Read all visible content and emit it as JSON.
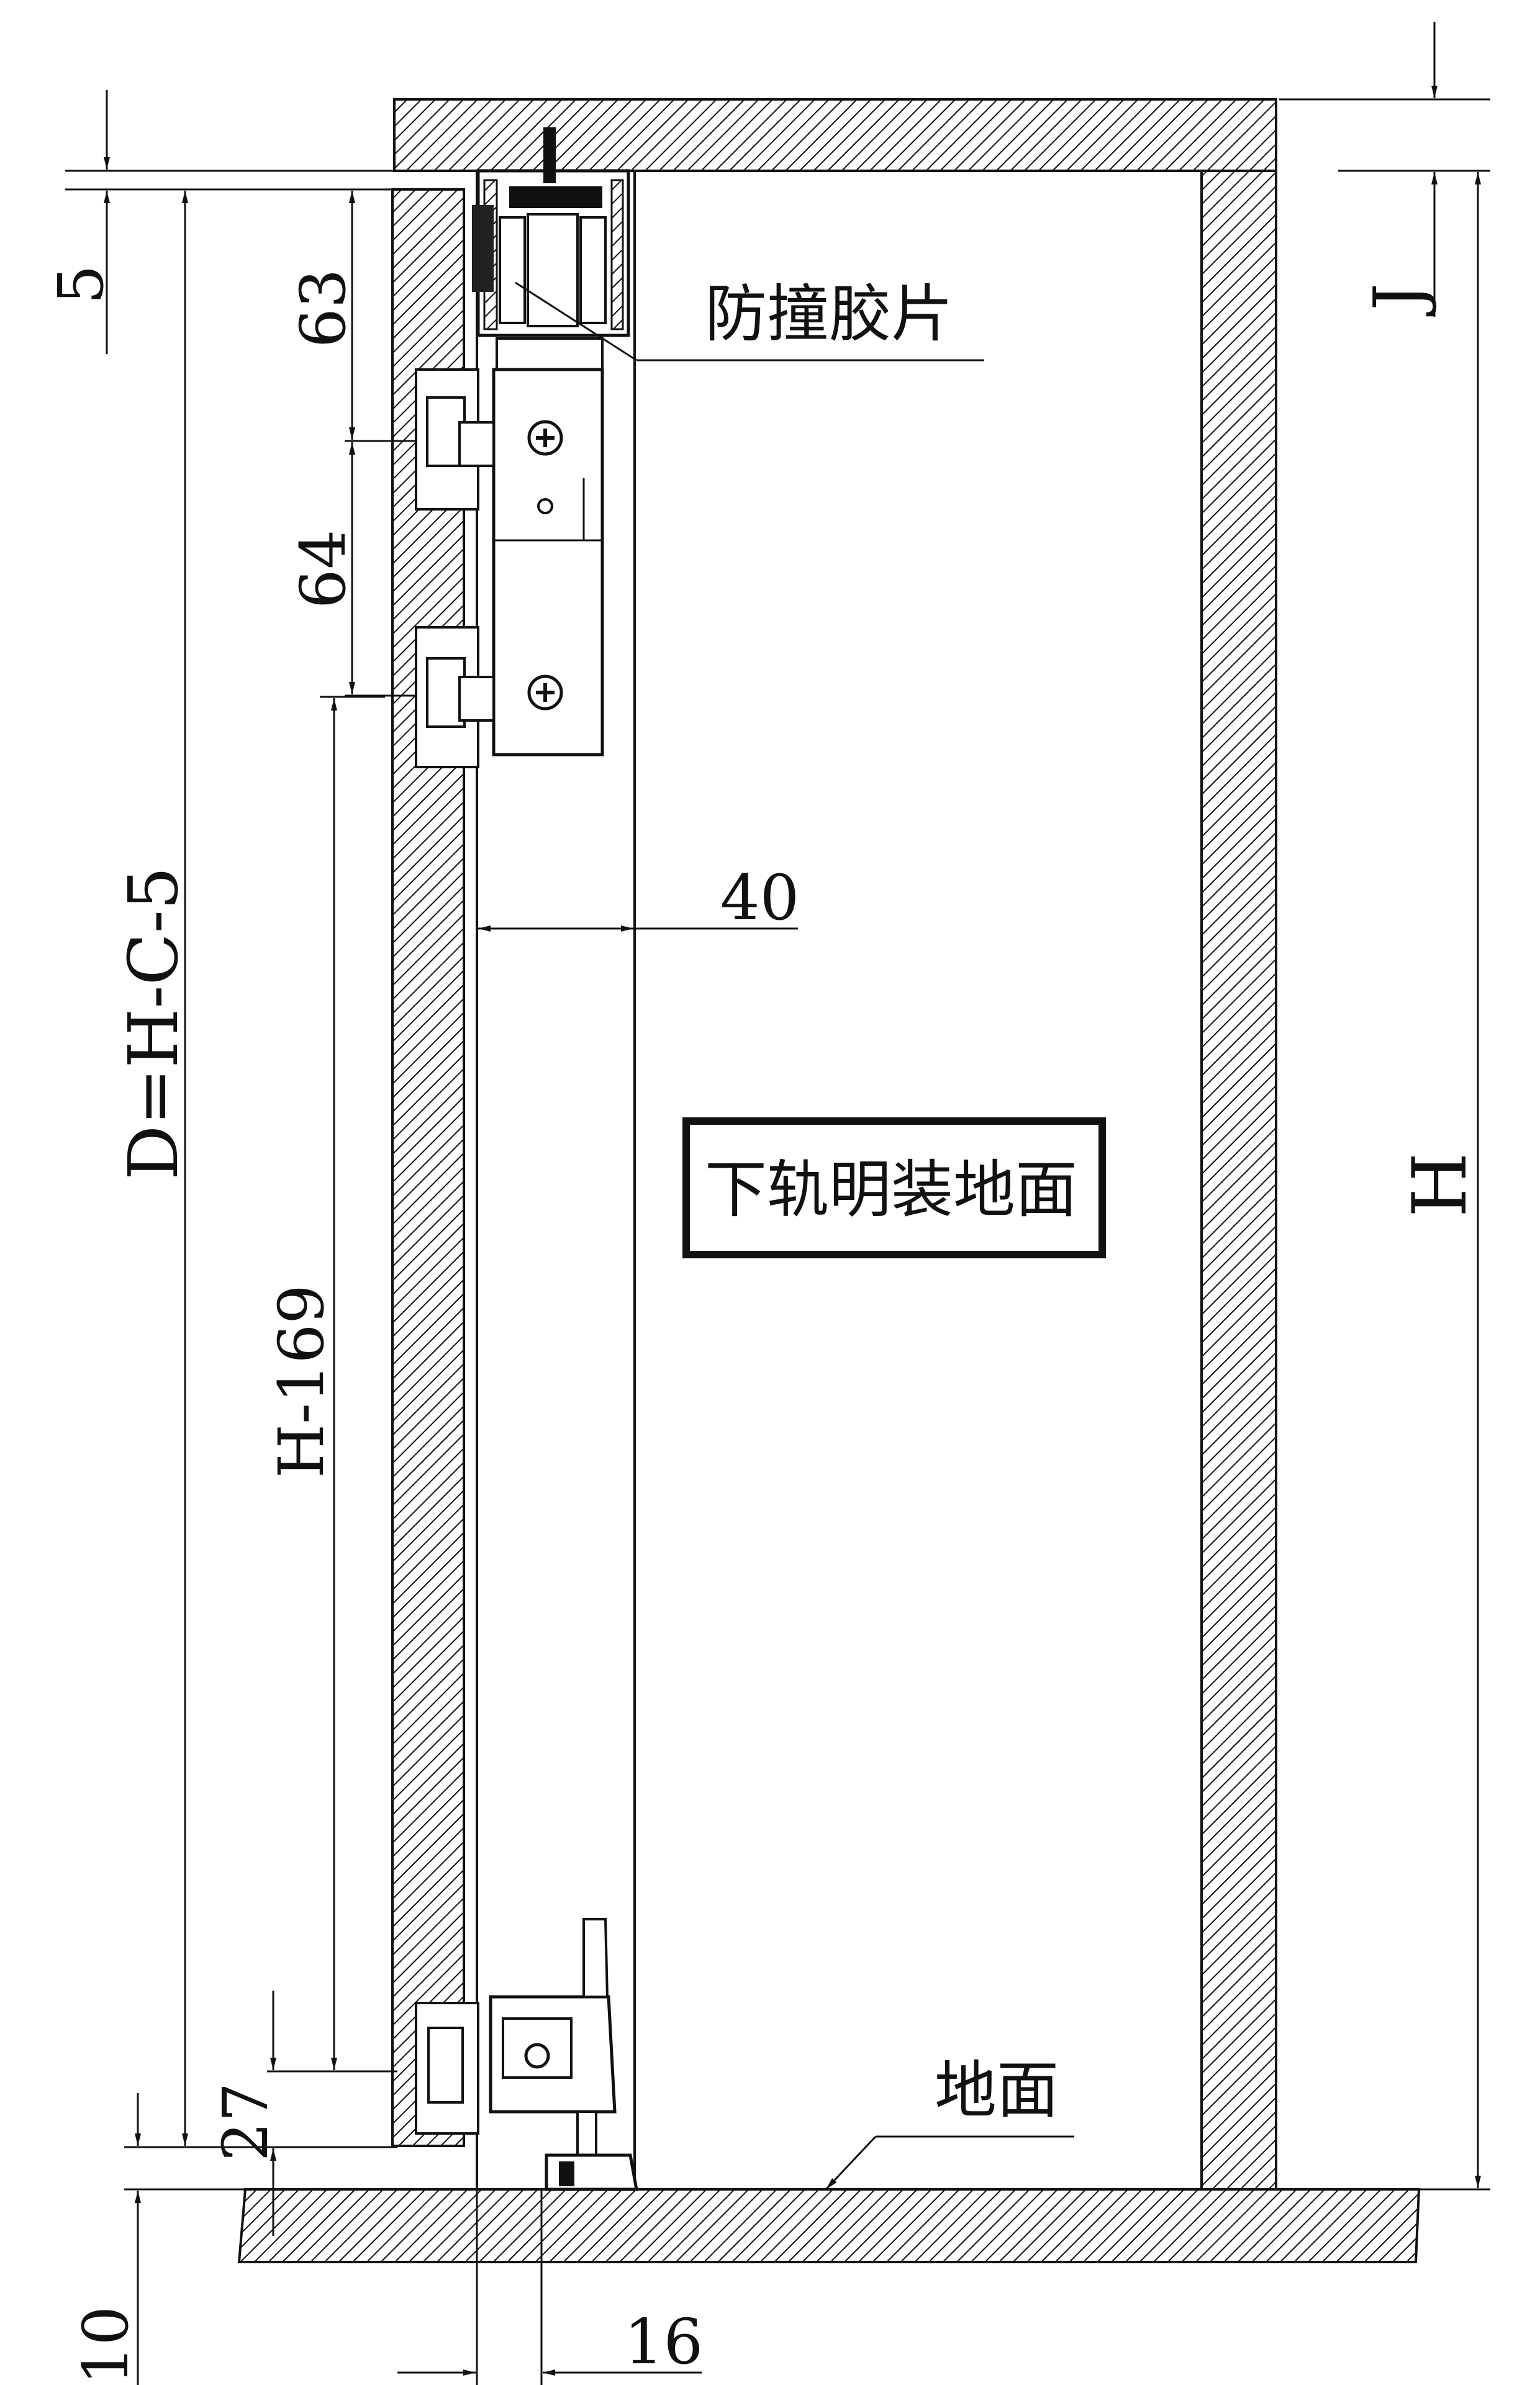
{
  "dimensions": {
    "top_gap": "5",
    "hanger_spacing_top": "63",
    "hanger_spacing_mid": "64",
    "door_height_formula": "D=H-C-5",
    "stile_length": "H-169",
    "bottom_offset": "27",
    "floor_gap": "10",
    "track_width": "40",
    "guide_offset": "16",
    "ceiling_offset": "J",
    "opening_height": "H"
  },
  "labels": {
    "bumper_pad": "防撞胶片",
    "bottom_track_surface_mount": "下轨明装地面",
    "floor": "地面"
  }
}
